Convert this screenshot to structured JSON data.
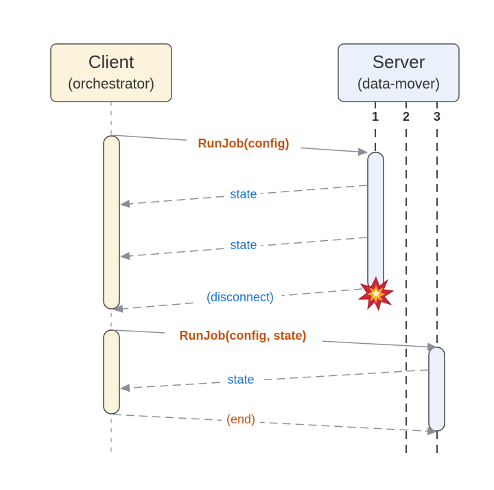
{
  "diagram_type": "sequence",
  "actors": {
    "client": {
      "title": "Client",
      "subtitle": "(orchestrator)",
      "fill": "#fcf3dd"
    },
    "server": {
      "title": "Server",
      "subtitle": "(data-mover)",
      "fill": "#eaf1fb",
      "instances": [
        "1",
        "2",
        "3"
      ]
    }
  },
  "messages": [
    {
      "label": "RunJob(config)",
      "kind": "call",
      "from": "client",
      "to": "server-1"
    },
    {
      "label": "state",
      "kind": "return",
      "from": "server-1",
      "to": "client"
    },
    {
      "label": "state",
      "kind": "return",
      "from": "server-1",
      "to": "client"
    },
    {
      "label": "(disconnect)",
      "kind": "return",
      "from": "server-1",
      "to": "client"
    },
    {
      "label": "RunJob(config, state)",
      "kind": "call",
      "from": "client",
      "to": "server-3"
    },
    {
      "label": "state",
      "kind": "return",
      "from": "server-3",
      "to": "client"
    },
    {
      "label": "(end)",
      "kind": "end",
      "from": "client",
      "to": "server-3"
    }
  ],
  "events": [
    {
      "name": "crash",
      "on": "server-1",
      "icon": "explosion-icon"
    }
  ],
  "colors": {
    "call_text": "#c7510e",
    "return_text": "#1a73d9",
    "arrow": "#8a8f96",
    "outline": "#444444"
  }
}
